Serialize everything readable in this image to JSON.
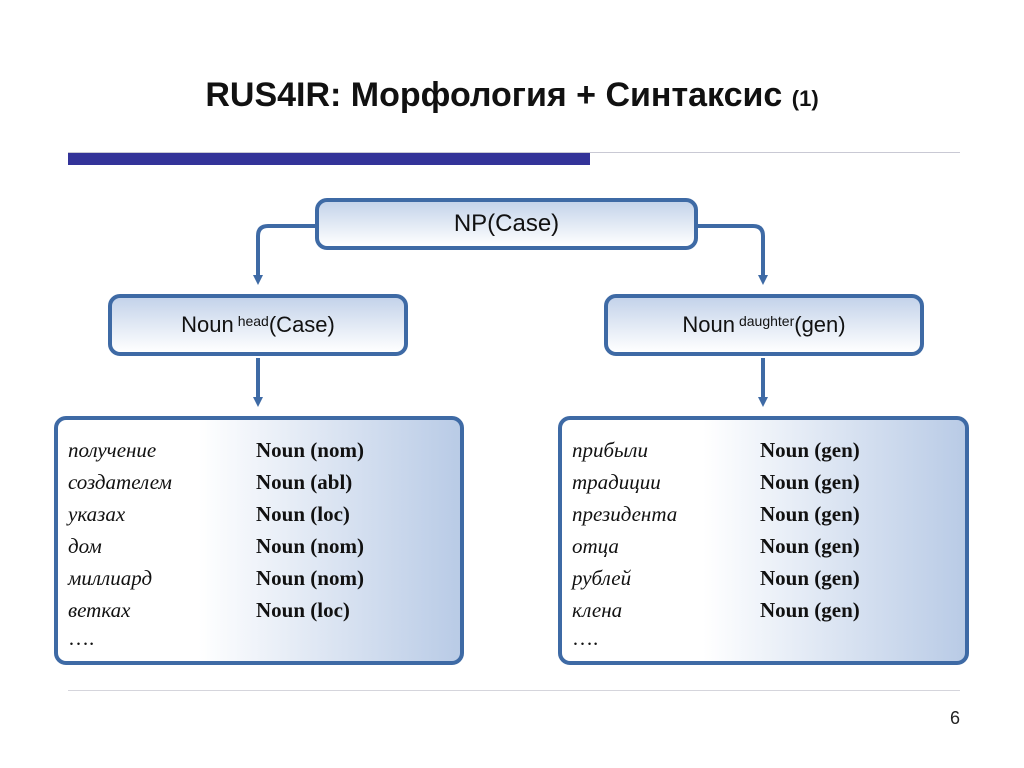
{
  "slide": {
    "title": "RUS4IR: Морфология + Синтаксис",
    "title_suffix": "(1)",
    "page_number": "6"
  },
  "diagram": {
    "root": {
      "label": "NP(Case)"
    },
    "head": {
      "label": "Noun",
      "superscript": "head",
      "suffix": "(Case)"
    },
    "daughter": {
      "label": "Noun",
      "superscript": "daughter",
      "suffix": "(gen)"
    },
    "head_examples": [
      {
        "word": "получение",
        "tag": "Noun (nom)"
      },
      {
        "word": "создателем",
        "tag": "Noun (abl)"
      },
      {
        "word": "указах",
        "tag": "Noun (loc)"
      },
      {
        "word": "дом",
        "tag": "Noun (nom)"
      },
      {
        "word": "миллиард",
        "tag": "Noun (nom)"
      },
      {
        "word": "ветках",
        "tag": "Noun (loc)"
      }
    ],
    "head_ellipsis": "….",
    "daughter_examples": [
      {
        "word": "прибыли",
        "tag": "Noun (gen)"
      },
      {
        "word": "традиции",
        "tag": "Noun (gen)"
      },
      {
        "word": "президента",
        "tag": "Noun (gen)"
      },
      {
        "word": "отца",
        "tag": "Noun (gen)"
      },
      {
        "word": "рублей",
        "tag": "Noun (gen)"
      },
      {
        "word": "клена",
        "tag": "Noun (gen)"
      }
    ],
    "daughter_ellipsis": "….",
    "colors": {
      "accent_bar": "#333399",
      "box_border": "#3e6aa5",
      "arrow": "#3e6aa5"
    }
  }
}
